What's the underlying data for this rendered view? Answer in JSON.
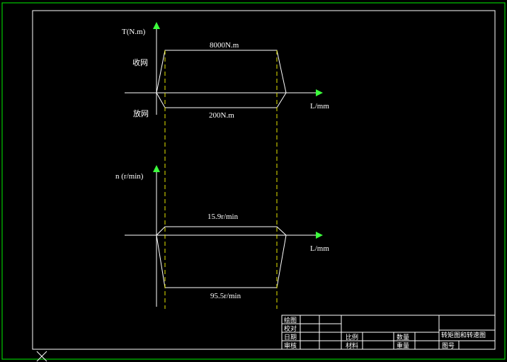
{
  "torque_diagram": {
    "axis_y_label": "T(N.m)",
    "axis_x_label": "L/mm",
    "upper_value_label": "8000N.m",
    "lower_value_label": "200N.m",
    "upper_side_label": "收网",
    "lower_side_label": "放网"
  },
  "speed_diagram": {
    "axis_y_label": "n  (r/min)",
    "axis_x_label": "L/mm",
    "upper_value_label": "15.9r/min",
    "lower_value_label": "95.5r/min"
  },
  "title_block": {
    "drawn_by": "绘图",
    "checked_by": "校对",
    "date": "日期",
    "approved_by": "审核",
    "scale": "比例",
    "quantity": "数量",
    "material": "材料",
    "weight": "重量",
    "drawing_title": "转矩图和转速图",
    "drawing_number": "图号"
  },
  "colors": {
    "background": "#000000",
    "border_outer": "#00c800",
    "lines": "#ffffff",
    "projection_lines": "#e6e600",
    "axis_arrow": "#3cff3c"
  }
}
